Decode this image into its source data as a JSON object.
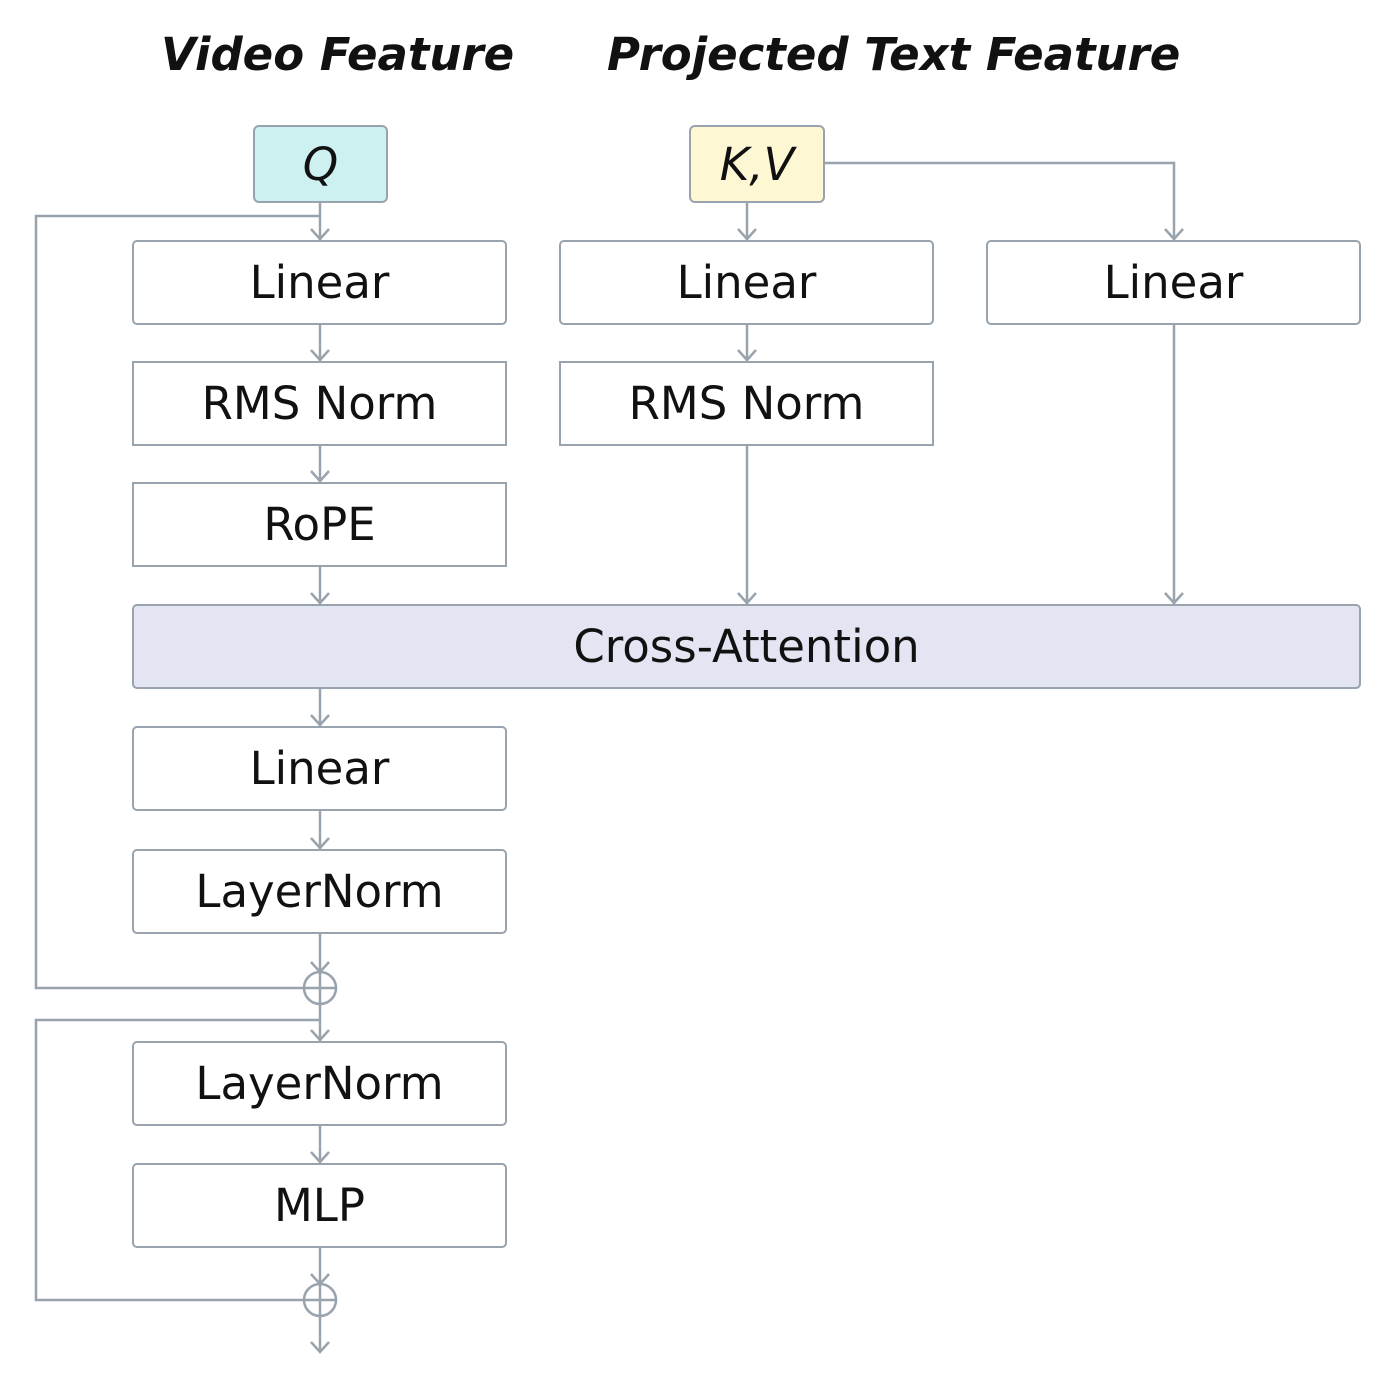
{
  "headings": {
    "video_feature": "Video Feature",
    "projected_text_feature": "Projected Text Feature"
  },
  "inputs": {
    "q": "Q",
    "kv": "K,V"
  },
  "query_branch": {
    "linear": "Linear",
    "rms_norm": "RMS Norm",
    "rope": "RoPE"
  },
  "key_branch": {
    "linear": "Linear",
    "rms_norm": "RMS Norm"
  },
  "value_branch": {
    "linear": "Linear"
  },
  "cross_attention": "Cross-Attention",
  "output_branch": {
    "linear": "Linear",
    "layernorm": "LayerNorm"
  },
  "mlp_block": {
    "layernorm": "LayerNorm",
    "mlp": "MLP"
  },
  "colors": {
    "line": "#98a3ad",
    "q_fill": "#cdf1f1",
    "kv_fill": "#fdf7d3",
    "attention_fill": "#e3e5f2"
  }
}
